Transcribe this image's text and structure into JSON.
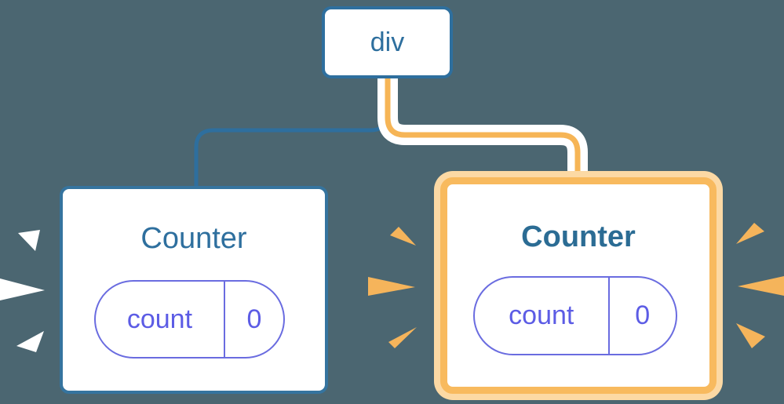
{
  "diagram": {
    "description": "component-tree-state-diagram",
    "root": {
      "label": "div"
    },
    "children": [
      {
        "label": "Counter",
        "state": {
          "key": "count",
          "value": "0"
        },
        "highlighted": false
      },
      {
        "label": "Counter",
        "state": {
          "key": "count",
          "value": "0"
        },
        "highlighted": true
      }
    ]
  },
  "colors": {
    "background": "#4b6671",
    "node_fill": "#ffffff",
    "blue_border": "#2e6f9e",
    "blue_line": "#2e6f9e",
    "left_box_border": "#35749f",
    "left_title_text": "#2e6f9e",
    "right_title_text": "#2b6c94",
    "pill_border": "#6a6ce0",
    "pill_text": "#5c5ce5",
    "orange_line": "#f6b556",
    "orange_border": "#f8ba5e",
    "orange_glow": "#fcd9a4",
    "line_casing": "#ffffff",
    "spark_white": "#ffffff",
    "spark_orange": "#f5b45b"
  }
}
